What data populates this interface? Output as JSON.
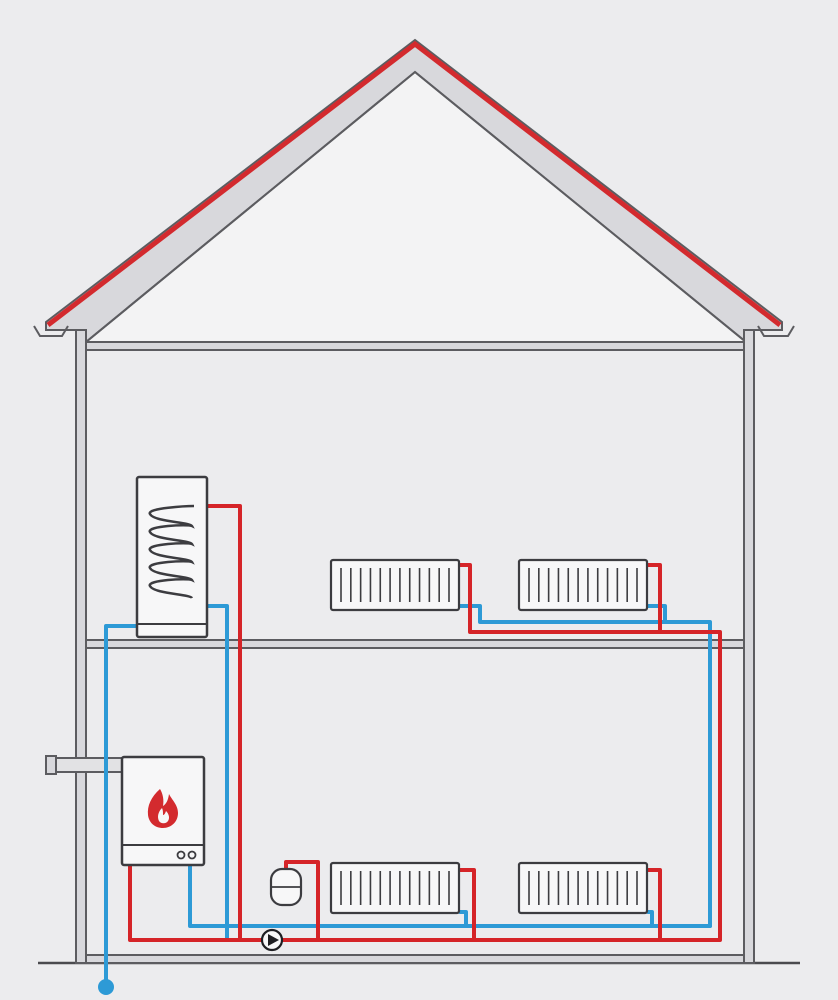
{
  "colors": {
    "background": "#ececee",
    "wall": "#f4f4f5",
    "wall_stroke": "#5c5c60",
    "roof_red": "#d32a2e",
    "supply_pipe": "#d52428",
    "return_pipe": "#2d9ad6",
    "device_fill": "#f7f7f8",
    "device_stroke": "#3c3c40",
    "flame": "#d32a2e"
  },
  "icons": {
    "boiler": "flame-icon",
    "pump": "pump-triangle-icon",
    "expansion_vessel": "expansion-tank-icon",
    "hot_water_tank": "coil-cylinder-icon",
    "radiator": "radiator-fins-icon",
    "cold_inlet": "water-inlet-dot-icon"
  },
  "components": {
    "radiators": {
      "upper_floor": 2,
      "ground_floor": 2
    },
    "radiator_fins": 12,
    "tank_coil_loops": 5
  }
}
